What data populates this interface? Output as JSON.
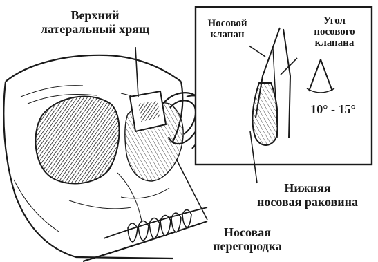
{
  "labels": {
    "upper_cartilage": {
      "line1": "Верхний",
      "line2": "латеральный хрящ"
    },
    "nasal_valve": {
      "line1": "Носовой",
      "line2": "клапан"
    },
    "valve_angle": {
      "line1": "Угол",
      "line2": "носового",
      "line3": "клапана"
    },
    "angle_value": "10° - 15°",
    "inferior_turbinate": {
      "line1": "Нижняя",
      "line2": "носовая раковина"
    },
    "septum": {
      "line1": "Носовая",
      "line2": "перегородка"
    }
  },
  "colors": {
    "ink": "#1a1a1a",
    "background": "#ffffff"
  }
}
